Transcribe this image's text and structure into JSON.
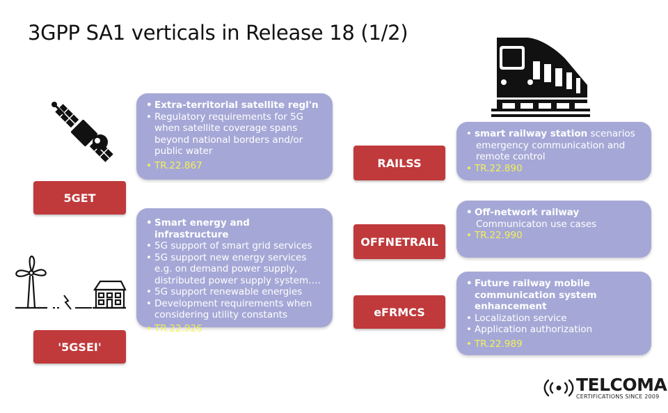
{
  "title": "3GPP SA1 verticals in Release 18 (1/2)",
  "left": [
    {
      "label": "5GET",
      "items": [
        {
          "text": "Extra-territorial satellite regl'n",
          "kind": "hd"
        },
        {
          "text": "Regulatory requirements for 5G when satellite coverage spans beyond national borders and/or public water",
          "kind": "normal"
        },
        {
          "text": "TR.22.867",
          "kind": "tr"
        }
      ]
    },
    {
      "label": "'5GSEI'",
      "items": [
        {
          "text": "Smart energy and infrastructure",
          "kind": "hd"
        },
        {
          "text": "5G support of smart grid services",
          "kind": "normal"
        },
        {
          "text": "5G support new energy services e.g. on demand power supply, distributed power supply system….",
          "kind": "normal"
        },
        {
          "text": "5G support renewable energies",
          "kind": "normal"
        },
        {
          "text": "Development requirements when considering utility constants",
          "kind": "normal"
        },
        {
          "text": "TR.22.926",
          "kind": "tr"
        }
      ]
    }
  ],
  "right": [
    {
      "label": "RAILSS",
      "items": [
        {
          "head": "smart railway station",
          "rest": " scenarios",
          "kind": "mixed"
        },
        {
          "text": "emergency  communication and remote control",
          "kind": "plain"
        },
        {
          "text": "TR.22.890",
          "kind": "tr"
        }
      ]
    },
    {
      "label": "OFFNETRAIL",
      "items": [
        {
          "text": "Off-network railway",
          "kind": "hd"
        },
        {
          "text": "Communicaton use cases",
          "kind": "plain"
        },
        {
          "text": "TR.22.990",
          "kind": "tr"
        }
      ]
    },
    {
      "label": "eFRMCS",
      "items": [
        {
          "text": "Future railway mobile communication system enhancement",
          "kind": "hd"
        },
        {
          "text": "Localization service",
          "kind": "normal"
        },
        {
          "text": "Application authorization",
          "kind": "normal"
        },
        {
          "text": "TR.22.989",
          "kind": "tr"
        }
      ]
    }
  ],
  "logo": {
    "name": "TELCOMA",
    "tagline": "CERTIFICATIONS SINCE 2009"
  },
  "colors": {
    "label_bg": "#c0393b",
    "card_bg": "#a5a8d6",
    "tr_text": "#f5f05a"
  },
  "icons": [
    "satellite-icon",
    "train-icon",
    "wind-turbine-icon",
    "lightning-icon",
    "house-icon",
    "signal-waves-icon"
  ]
}
